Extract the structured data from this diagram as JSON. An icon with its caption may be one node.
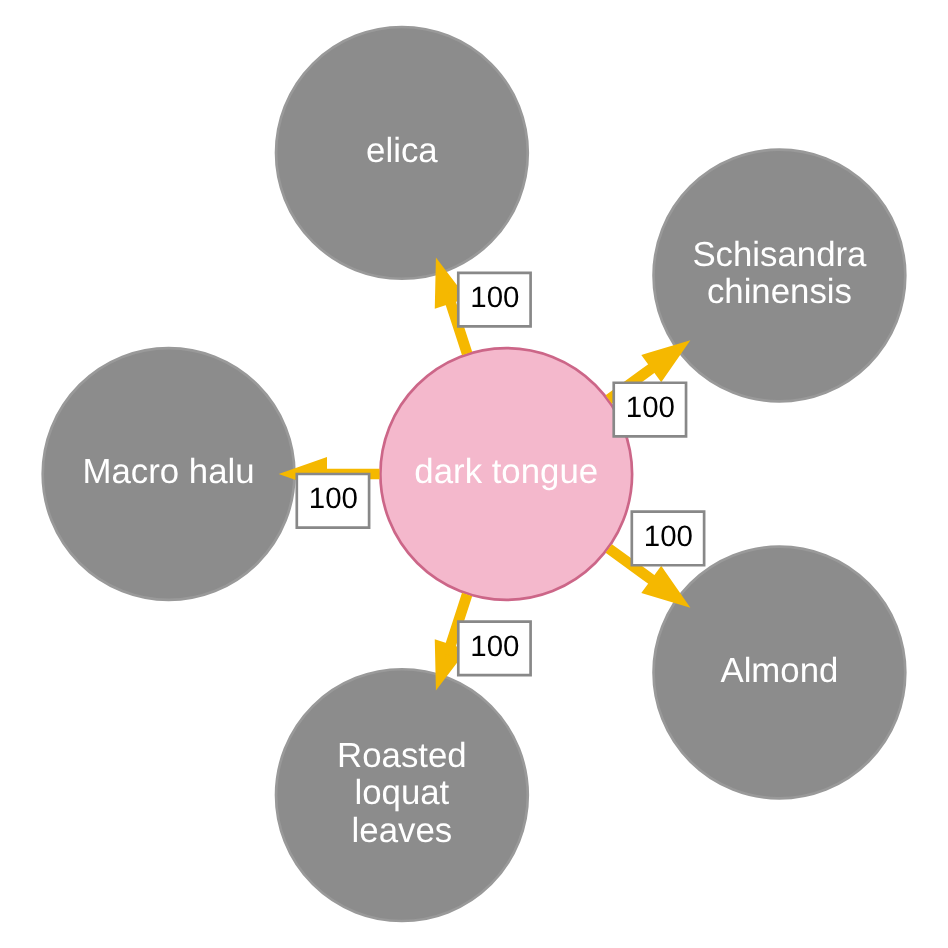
{
  "diagram": {
    "nodes": [
      {
        "text": [
          "dark tongue"
        ]
      },
      {
        "text": [
          "Schisandra chinensis"
        ]
      },
      {
        "text": [
          "elica"
        ]
      },
      {
        "text": [
          "Macro halu"
        ]
      },
      {
        "text": [
          "Roasted loquat leaves"
        ]
      },
      {
        "text": [
          "Almond"
        ]
      }
    ],
    "edges": [
      {
        "from": 0,
        "to": 1,
        "arrow": "to",
        "label": "100"
      },
      {
        "from": 0,
        "to": 2,
        "arrow": "to",
        "label": "100"
      },
      {
        "from": 0,
        "to": 3,
        "arrow": "to",
        "label": "100"
      },
      {
        "from": 0,
        "to": 4,
        "arrow": "to",
        "label": "100"
      },
      {
        "from": 0,
        "to": 5,
        "arrow": "to",
        "label": "100"
      }
    ]
  }
}
